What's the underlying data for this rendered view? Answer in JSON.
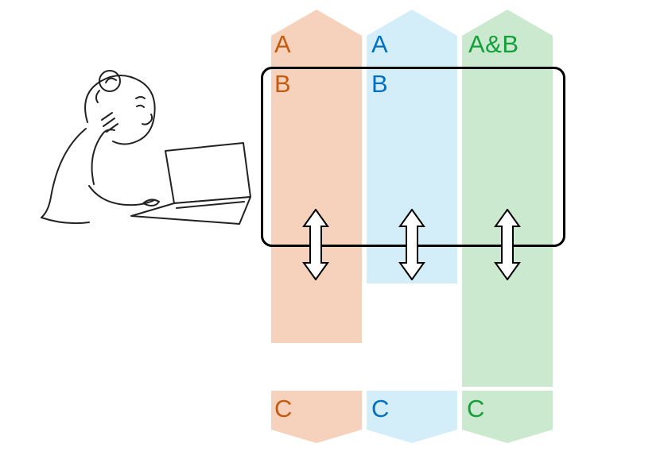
{
  "diagram_title": "",
  "columns": [
    {
      "name": "version-a",
      "fill": "#F6D2BD",
      "text_color": "#C55A11",
      "top_label": "A",
      "viewport_label": "B",
      "bottom_label": "C"
    },
    {
      "name": "version-b",
      "fill": "#D4EEF9",
      "text_color": "#0070C0",
      "top_label": "A",
      "viewport_label": "B",
      "bottom_label": "C"
    },
    {
      "name": "version-a-and-b",
      "fill": "#CBE9CF",
      "text_color": "#13A03C",
      "top_label": "A&B",
      "bottom_label": "C"
    }
  ],
  "viewport": {
    "stroke_color": "#000000"
  },
  "icons": {
    "scroll_arrow": "double-vertical-arrow-icon",
    "person": "person-thinking-at-laptop-sketch-icon"
  },
  "arrow_style": {
    "fill": "#FFFFFF",
    "stroke": "#000000"
  }
}
